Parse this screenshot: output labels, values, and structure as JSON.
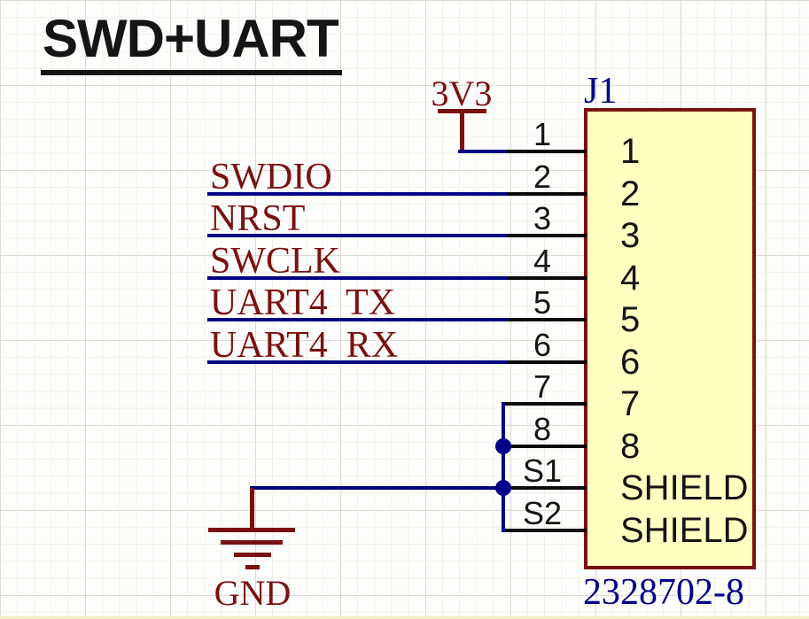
{
  "title": {
    "text": "SWD+UART"
  },
  "component": {
    "designator": "J1",
    "part_number": "2328702-8",
    "pins": [
      {
        "designator": "1",
        "name": "1"
      },
      {
        "designator": "2",
        "name": "2"
      },
      {
        "designator": "3",
        "name": "3"
      },
      {
        "designator": "4",
        "name": "4"
      },
      {
        "designator": "5",
        "name": "5"
      },
      {
        "designator": "6",
        "name": "6"
      },
      {
        "designator": "7",
        "name": "7"
      },
      {
        "designator": "8",
        "name": "8"
      },
      {
        "designator": "S1",
        "name": "SHIELD"
      },
      {
        "designator": "S2",
        "name": "SHIELD"
      }
    ]
  },
  "nets": [
    {
      "label": "SWDIO"
    },
    {
      "label": "NRST"
    },
    {
      "label": "SWCLK"
    },
    {
      "label": "UART4  TX"
    },
    {
      "label": "UART4  RX"
    }
  ],
  "power": {
    "rail_label": "3V3",
    "ground_label": "GND"
  },
  "colors": {
    "wire": "#000082",
    "junction": "#00008B",
    "symbol_maroon": "#7A1111",
    "component_fill": "#FFFFC2",
    "component_border": "#7A1111",
    "designator_text": "#00008B",
    "pin_text": "#151515",
    "title_text": "#151515"
  }
}
